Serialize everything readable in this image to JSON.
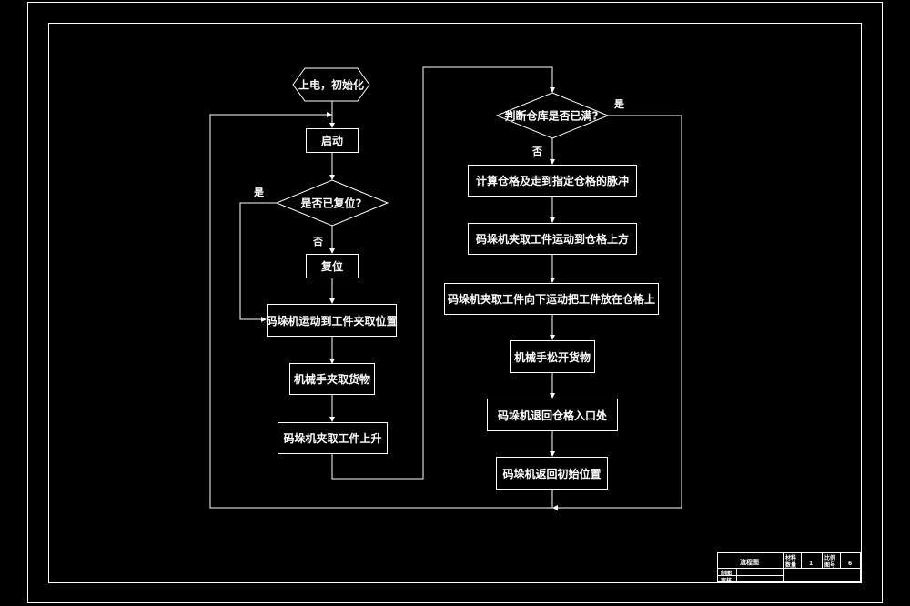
{
  "flowchart": {
    "start": "上电，初始化",
    "start_btn": "启动",
    "check_reset": "是否已复位?",
    "yes1": "是",
    "no1": "否",
    "reset": "复位",
    "move_to_pick": "码垛机运动到工件夹取位置",
    "gripper_clamp": "机械手夹取货物",
    "lift": "码垛机夹取工件上升",
    "check_full": "判断仓库是否已满?",
    "yes2": "是",
    "no2": "否",
    "calc": "计算仓格及走到指定仓格的脉冲",
    "move_above": "码垛机夹取工件运动到仓格上方",
    "place": "码垛机夹取工件向下运动把工件放在仓格上",
    "release": "机械手松开货物",
    "return_entry": "码垛机退回仓格入口处",
    "return_home": "码垛机返回初始位置"
  },
  "title_block": {
    "name": "流程图",
    "material_label": "材料",
    "ratio_label": "比例",
    "qty_label": "数量",
    "qty_value": "1",
    "drawing_no_label": "图号",
    "drawing_no_value": "6",
    "drawn_label": "制图",
    "review_label": "审核"
  }
}
